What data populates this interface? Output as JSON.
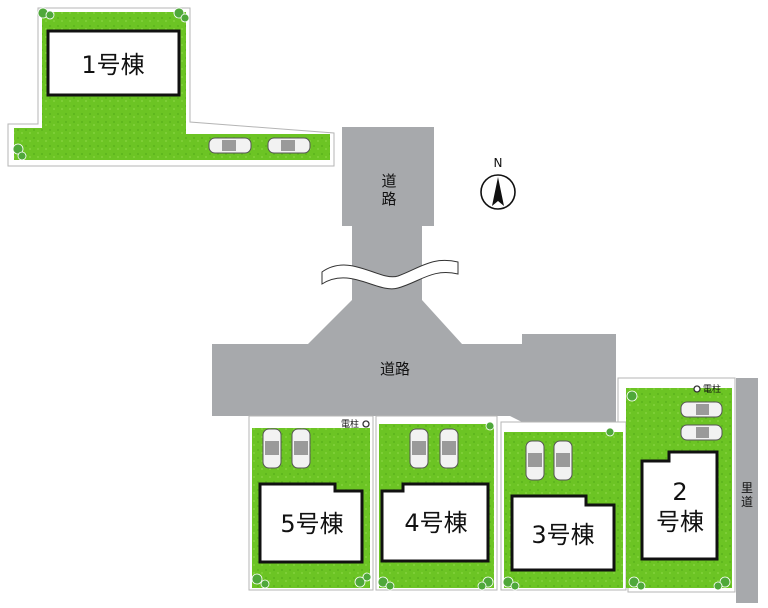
{
  "buildings": {
    "b1": "1号棟",
    "b2_line1": "2",
    "b2_line2": "号棟",
    "b3": "3号棟",
    "b4": "4号棟",
    "b5": "5号棟"
  },
  "roads": {
    "north_road_line1": "道",
    "north_road_line2": "路",
    "main_road": "道路",
    "side_road_line1": "里",
    "side_road_line2": "道"
  },
  "poles": {
    "pole_left": "電柱",
    "pole_right": "電柱"
  },
  "compass": {
    "north_label": "N"
  },
  "colors": {
    "lawn": "#6cc424",
    "road": "#a7a9ac",
    "building_fill": "#ffffff",
    "building_stroke": "#111111",
    "shrub": "#4fa83a"
  }
}
